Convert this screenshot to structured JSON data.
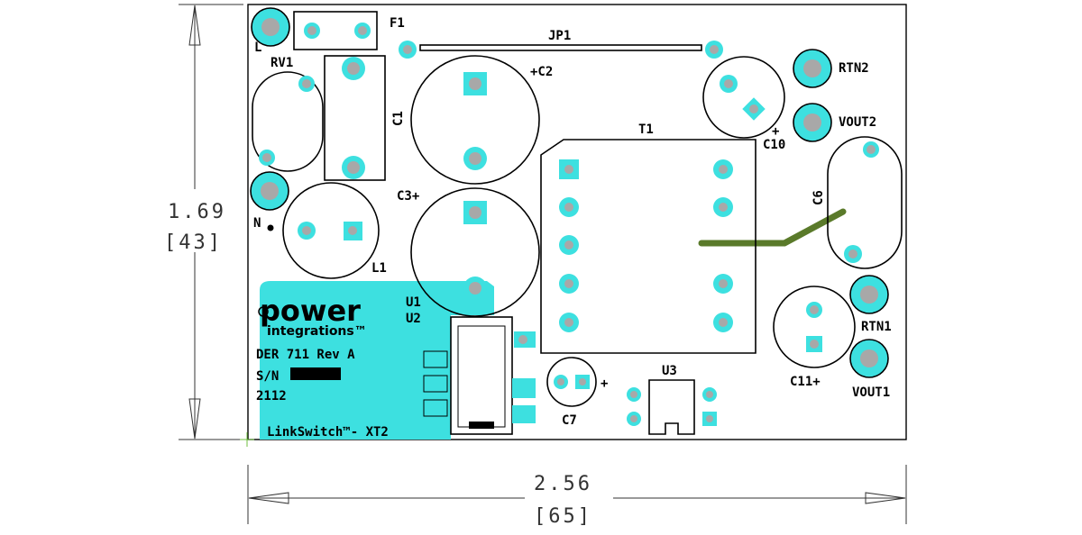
{
  "labels": {
    "f1": "F1",
    "jp1": "JP1",
    "rv1": "RV1",
    "l": "L",
    "n": "N",
    "c1": "C1",
    "c2": "+C2",
    "c3": "C3+",
    "t1": "T1",
    "c10": "C10",
    "c10_plus": "+",
    "rtn2": "RTN2",
    "vout2": "VOUT2",
    "c6": "C6",
    "l1": "L1",
    "u1": "U1",
    "u2": "U2",
    "c7": "C7",
    "c7_plus": "+",
    "u3": "U3",
    "rtn1": "RTN1",
    "c11": "C11+",
    "vout1": "VOUT1"
  },
  "silkscreen": {
    "brand_top": "power",
    "brand_bottom": "integrations™",
    "der": "DER 711 Rev A",
    "sn": "S/N",
    "date_code": "2112",
    "product": "LinkSwitch™- XT2"
  },
  "dimensions": {
    "height_in": "1.69",
    "height_mm": "[43]",
    "width_in": "2.56",
    "width_mm": "[65]"
  },
  "colors": {
    "pad": "#3de0e0",
    "drill": "#a8a8a8",
    "trace": "#5a7a2a",
    "outline": "#000000"
  }
}
